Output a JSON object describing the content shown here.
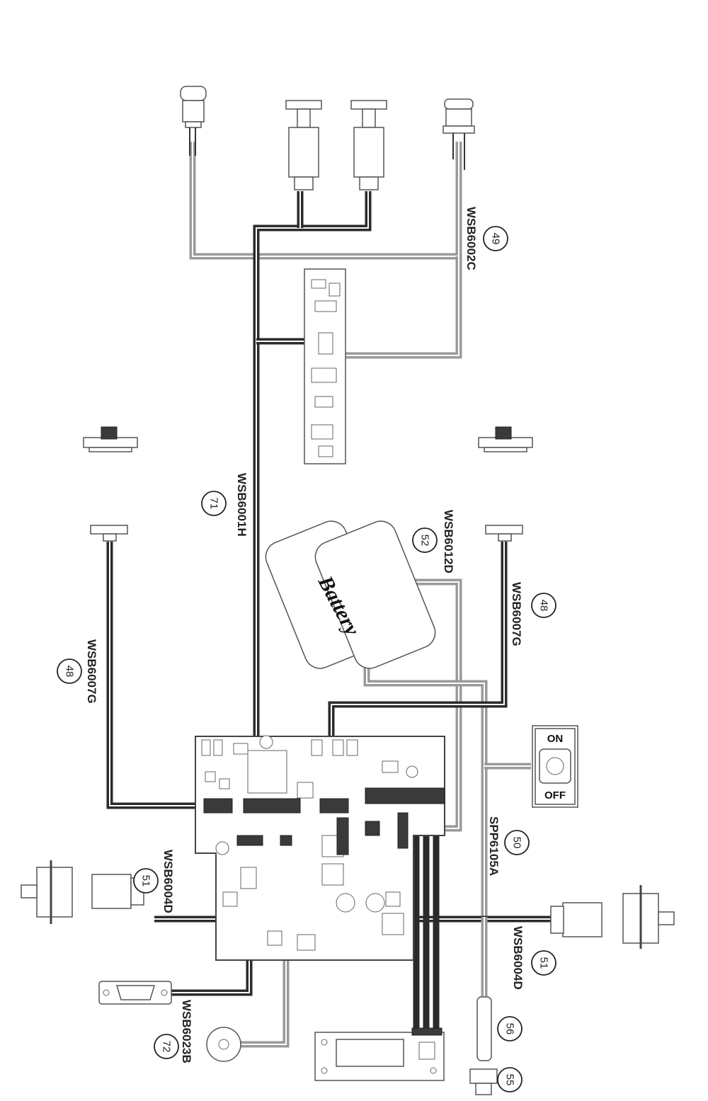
{
  "labels": {
    "wsb6002c": "WSB6002C",
    "wsb6001h": "WSB6001H",
    "wsb6012d": "WSB6012D",
    "wsb6007g": "WSB6007G",
    "wsb6004d": "WSB6004D",
    "wsb6023b": "WSB6023B",
    "spp6105a": "SPP6105A",
    "battery": "Battery",
    "switch_on": "ON",
    "switch_off": "OFF"
  },
  "callouts": {
    "c49": "49",
    "c71": "71",
    "c52": "52",
    "c48_left": "48",
    "c48_right": "48",
    "c50": "50",
    "c51_left": "51",
    "c51_right": "51",
    "c56": "56",
    "c55": "55",
    "c72": "72"
  },
  "colors": {
    "dark_wire": "#2b2b2b",
    "gray_wire": "#9a9a9a",
    "connector": "#3a3a3a"
  }
}
